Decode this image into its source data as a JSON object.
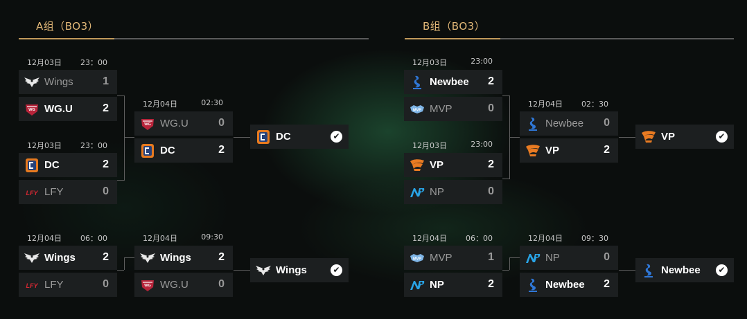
{
  "groups": [
    {
      "title": "A组（BO3）"
    },
    {
      "title": "B组（BO3）"
    }
  ],
  "colors": {
    "accent": "#c19a5b",
    "row_bg": "#1c1f20",
    "loser_text": "#9a9a9a"
  },
  "matches": [
    {
      "date": "12月03日",
      "time": "23：00",
      "t1": {
        "name": "Wings",
        "score": "1",
        "logo": "wings-logo-icon"
      },
      "t2": {
        "name": "WG.U",
        "score": "2",
        "logo": "wgu-logo-icon"
      }
    },
    {
      "date": "12月03日",
      "time": "23：00",
      "t1": {
        "name": "DC",
        "score": "2",
        "logo": "dc-logo-icon"
      },
      "t2": {
        "name": "LFY",
        "score": "0",
        "logo": "lfy-logo-icon"
      }
    },
    {
      "date": "12月04日",
      "time": "02:30",
      "t1": {
        "name": "WG.U",
        "score": "0",
        "logo": "wgu-logo-icon"
      },
      "t2": {
        "name": "DC",
        "score": "2",
        "logo": "dc-logo-icon"
      }
    },
    {
      "date": "12月04日",
      "time": "06：00",
      "t1": {
        "name": "Wings",
        "score": "2",
        "logo": "wings-logo-icon"
      },
      "t2": {
        "name": "LFY",
        "score": "0",
        "logo": "lfy-logo-icon"
      }
    },
    {
      "date": "12月04日",
      "time": "09:30",
      "t1": {
        "name": "Wings",
        "score": "2",
        "logo": "wings-logo-icon"
      },
      "t2": {
        "name": "WG.U",
        "score": "0",
        "logo": "wgu-logo-icon"
      }
    },
    {
      "date": "12月03日",
      "time": "23:00",
      "t1": {
        "name": "Newbee",
        "score": "2",
        "logo": "newbee-logo-icon"
      },
      "t2": {
        "name": "MVP",
        "score": "0",
        "logo": "mvp-logo-icon"
      }
    },
    {
      "date": "12月03日",
      "time": "23:00",
      "t1": {
        "name": "VP",
        "score": "2",
        "logo": "vp-logo-icon"
      },
      "t2": {
        "name": "NP",
        "score": "0",
        "logo": "np-logo-icon"
      }
    },
    {
      "date": "12月04日",
      "time": "02：30",
      "t1": {
        "name": "Newbee",
        "score": "0",
        "logo": "newbee-logo-icon"
      },
      "t2": {
        "name": "VP",
        "score": "2",
        "logo": "vp-logo-icon"
      }
    },
    {
      "date": "12月04日",
      "time": "06：00",
      "t1": {
        "name": "MVP",
        "score": "1",
        "logo": "mvp-logo-icon"
      },
      "t2": {
        "name": "NP",
        "score": "2",
        "logo": "np-logo-icon"
      }
    },
    {
      "date": "12月04日",
      "time": "09：30",
      "t1": {
        "name": "NP",
        "score": "0",
        "logo": "np-logo-icon"
      },
      "t2": {
        "name": "Newbee",
        "score": "2",
        "logo": "newbee-logo-icon"
      }
    }
  ],
  "finals": [
    {
      "name": "DC",
      "logo": "dc-logo-icon",
      "status_icon": "check-icon"
    },
    {
      "name": "Wings",
      "logo": "wings-logo-icon",
      "status_icon": "check-icon"
    },
    {
      "name": "VP",
      "logo": "vp-logo-icon",
      "status_icon": "check-icon"
    },
    {
      "name": "Newbee",
      "logo": "newbee-logo-icon",
      "status_icon": "check-icon"
    }
  ]
}
